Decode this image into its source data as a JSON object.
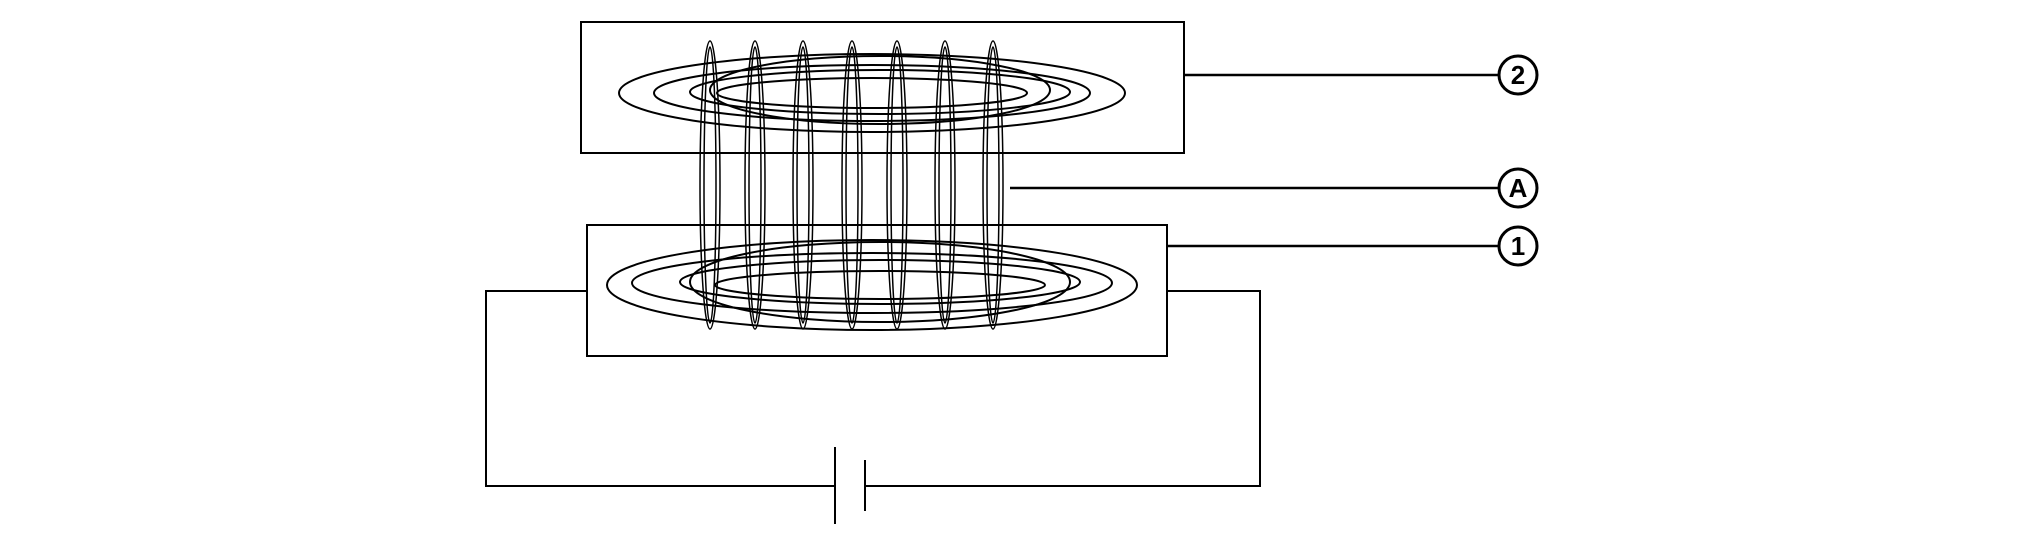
{
  "diagram": {
    "labels": {
      "secondary_coil": "2",
      "magnetic_field": "A",
      "primary_coil": "1"
    },
    "coil_turns": 7,
    "colors": {
      "line": "#000000",
      "background": "#ffffff"
    }
  }
}
